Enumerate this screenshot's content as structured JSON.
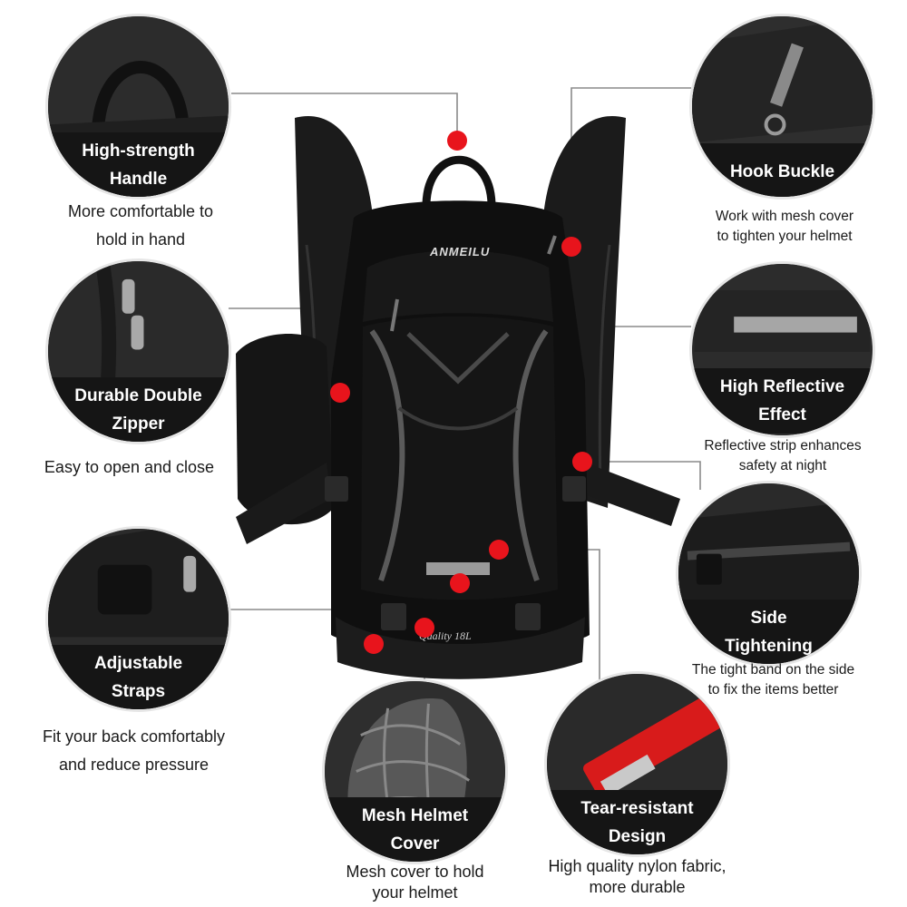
{
  "brand": {
    "logo_text": "ANMEILU",
    "capacity_text": "Quality 18L"
  },
  "colors": {
    "accent_dot": "#e8141c",
    "band": "#151515",
    "leader_line": "#8a8a8a"
  },
  "features": [
    {
      "id": "handle",
      "title_lines": [
        "High-strength",
        "Handle"
      ],
      "desc_lines": [
        "More comfortable to",
        "hold in hand"
      ]
    },
    {
      "id": "hook-buckle",
      "title_lines": [
        "Hook Buckle"
      ],
      "desc_lines": [
        "Work with mesh cover",
        "to tighten your helmet"
      ]
    },
    {
      "id": "zipper",
      "title_lines": [
        "Durable Double",
        "Zipper"
      ],
      "desc_lines": [
        "Easy to open and close"
      ]
    },
    {
      "id": "reflective",
      "title_lines": [
        "High Reflective",
        "Effect"
      ],
      "desc_lines": [
        "Reflective strip enhances",
        "safety at night"
      ]
    },
    {
      "id": "straps",
      "title_lines": [
        "Adjustable",
        "Straps"
      ],
      "desc_lines": [
        "Fit your back comfortably",
        "and reduce pressure"
      ]
    },
    {
      "id": "side",
      "title_lines": [
        "Side",
        "Tightening"
      ],
      "desc_lines": [
        "The tight band on the side",
        "to fix the items better"
      ]
    },
    {
      "id": "helmet",
      "title_lines": [
        "Mesh Helmet",
        "Cover"
      ],
      "desc_lines": [
        "Mesh cover to hold",
        "your helmet"
      ]
    },
    {
      "id": "tear",
      "title_lines": [
        "Tear-resistant",
        "Design"
      ],
      "desc_lines": [
        "High quality nylon fabric,",
        "more durable"
      ]
    }
  ]
}
